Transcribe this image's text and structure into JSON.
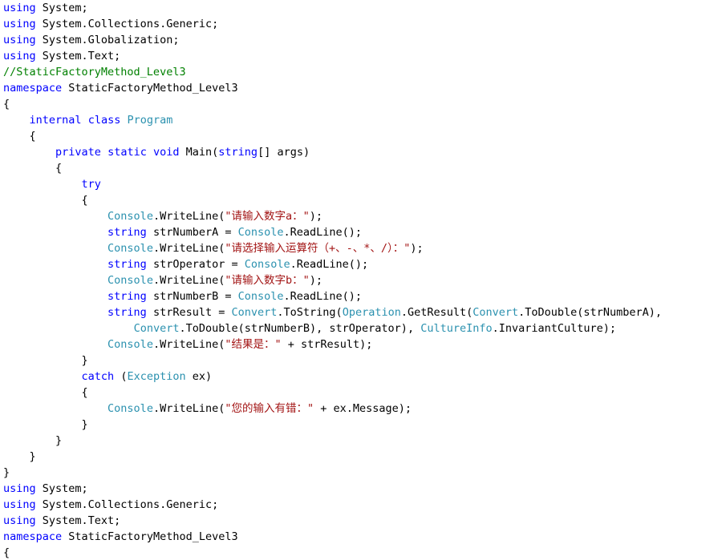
{
  "colors": {
    "keyword": "#0000ff",
    "type": "#2b91af",
    "string": "#a31515",
    "comment": "#008000",
    "plain": "#000000",
    "background": "#ffffff"
  },
  "lines": [
    [
      {
        "c": "kw",
        "t": "using"
      },
      {
        "c": "pl",
        "t": " System;"
      }
    ],
    [
      {
        "c": "kw",
        "t": "using"
      },
      {
        "c": "pl",
        "t": " System.Collections.Generic;"
      }
    ],
    [
      {
        "c": "kw",
        "t": "using"
      },
      {
        "c": "pl",
        "t": " System.Globalization;"
      }
    ],
    [
      {
        "c": "kw",
        "t": "using"
      },
      {
        "c": "pl",
        "t": " System.Text;"
      }
    ],
    [
      {
        "c": "cm",
        "t": "//StaticFactoryMethod_Level3"
      }
    ],
    [
      {
        "c": "kw",
        "t": "namespace"
      },
      {
        "c": "pl",
        "t": " StaticFactoryMethod_Level3"
      }
    ],
    [
      {
        "c": "pl",
        "t": "{"
      }
    ],
    [
      {
        "c": "pl",
        "t": "    "
      },
      {
        "c": "kw",
        "t": "internal"
      },
      {
        "c": "pl",
        "t": " "
      },
      {
        "c": "kw",
        "t": "class"
      },
      {
        "c": "pl",
        "t": " "
      },
      {
        "c": "ty",
        "t": "Program"
      }
    ],
    [
      {
        "c": "pl",
        "t": "    {"
      }
    ],
    [
      {
        "c": "pl",
        "t": "        "
      },
      {
        "c": "kw",
        "t": "private"
      },
      {
        "c": "pl",
        "t": " "
      },
      {
        "c": "kw",
        "t": "static"
      },
      {
        "c": "pl",
        "t": " "
      },
      {
        "c": "kw",
        "t": "void"
      },
      {
        "c": "pl",
        "t": " Main("
      },
      {
        "c": "kw",
        "t": "string"
      },
      {
        "c": "pl",
        "t": "[] args)"
      }
    ],
    [
      {
        "c": "pl",
        "t": "        {"
      }
    ],
    [
      {
        "c": "pl",
        "t": "            "
      },
      {
        "c": "kw",
        "t": "try"
      }
    ],
    [
      {
        "c": "pl",
        "t": "            {"
      }
    ],
    [
      {
        "c": "pl",
        "t": "                "
      },
      {
        "c": "ty",
        "t": "Console"
      },
      {
        "c": "pl",
        "t": ".WriteLine("
      },
      {
        "c": "str",
        "t": "\"请输入数字a：\""
      },
      {
        "c": "pl",
        "t": ");"
      }
    ],
    [
      {
        "c": "pl",
        "t": "                "
      },
      {
        "c": "kw",
        "t": "string"
      },
      {
        "c": "pl",
        "t": " strNumberA = "
      },
      {
        "c": "ty",
        "t": "Console"
      },
      {
        "c": "pl",
        "t": ".ReadLine();"
      }
    ],
    [
      {
        "c": "pl",
        "t": "                "
      },
      {
        "c": "ty",
        "t": "Console"
      },
      {
        "c": "pl",
        "t": ".WriteLine("
      },
      {
        "c": "str",
        "t": "\"请选择输入运算符（+、-、*、/）：\""
      },
      {
        "c": "pl",
        "t": ");"
      }
    ],
    [
      {
        "c": "pl",
        "t": "                "
      },
      {
        "c": "kw",
        "t": "string"
      },
      {
        "c": "pl",
        "t": " strOperator = "
      },
      {
        "c": "ty",
        "t": "Console"
      },
      {
        "c": "pl",
        "t": ".ReadLine();"
      }
    ],
    [
      {
        "c": "pl",
        "t": "                "
      },
      {
        "c": "ty",
        "t": "Console"
      },
      {
        "c": "pl",
        "t": ".WriteLine("
      },
      {
        "c": "str",
        "t": "\"请输入数字b：\""
      },
      {
        "c": "pl",
        "t": ");"
      }
    ],
    [
      {
        "c": "pl",
        "t": "                "
      },
      {
        "c": "kw",
        "t": "string"
      },
      {
        "c": "pl",
        "t": " strNumberB = "
      },
      {
        "c": "ty",
        "t": "Console"
      },
      {
        "c": "pl",
        "t": ".ReadLine();"
      }
    ],
    [
      {
        "c": "pl",
        "t": "                "
      },
      {
        "c": "kw",
        "t": "string"
      },
      {
        "c": "pl",
        "t": " strResult = "
      },
      {
        "c": "ty",
        "t": "Convert"
      },
      {
        "c": "pl",
        "t": ".ToString("
      },
      {
        "c": "ty",
        "t": "Operation"
      },
      {
        "c": "pl",
        "t": ".GetResult("
      },
      {
        "c": "ty",
        "t": "Convert"
      },
      {
        "c": "pl",
        "t": ".ToDouble(strNumberA),"
      }
    ],
    [
      {
        "c": "pl",
        "t": "                    "
      },
      {
        "c": "ty",
        "t": "Convert"
      },
      {
        "c": "pl",
        "t": ".ToDouble(strNumberB), strOperator), "
      },
      {
        "c": "ty",
        "t": "CultureInfo"
      },
      {
        "c": "pl",
        "t": ".InvariantCulture);"
      }
    ],
    [
      {
        "c": "pl",
        "t": "                "
      },
      {
        "c": "ty",
        "t": "Console"
      },
      {
        "c": "pl",
        "t": ".WriteLine("
      },
      {
        "c": "str",
        "t": "\"结果是：\""
      },
      {
        "c": "pl",
        "t": " + strResult);"
      }
    ],
    [
      {
        "c": "pl",
        "t": "            }"
      }
    ],
    [
      {
        "c": "pl",
        "t": "            "
      },
      {
        "c": "kw",
        "t": "catch"
      },
      {
        "c": "pl",
        "t": " ("
      },
      {
        "c": "ty",
        "t": "Exception"
      },
      {
        "c": "pl",
        "t": " ex)"
      }
    ],
    [
      {
        "c": "pl",
        "t": "            {"
      }
    ],
    [
      {
        "c": "pl",
        "t": "                "
      },
      {
        "c": "ty",
        "t": "Console"
      },
      {
        "c": "pl",
        "t": ".WriteLine("
      },
      {
        "c": "str",
        "t": "\"您的输入有错：\""
      },
      {
        "c": "pl",
        "t": " + ex.Message);"
      }
    ],
    [
      {
        "c": "pl",
        "t": "            }"
      }
    ],
    [
      {
        "c": "pl",
        "t": "        }"
      }
    ],
    [
      {
        "c": "pl",
        "t": "    }"
      }
    ],
    [
      {
        "c": "pl",
        "t": "}"
      }
    ],
    [
      {
        "c": "kw",
        "t": "using"
      },
      {
        "c": "pl",
        "t": " System;"
      }
    ],
    [
      {
        "c": "kw",
        "t": "using"
      },
      {
        "c": "pl",
        "t": " System.Collections.Generic;"
      }
    ],
    [
      {
        "c": "kw",
        "t": "using"
      },
      {
        "c": "pl",
        "t": " System.Text;"
      }
    ],
    [
      {
        "c": "kw",
        "t": "namespace"
      },
      {
        "c": "pl",
        "t": " StaticFactoryMethod_Level3"
      }
    ],
    [
      {
        "c": "pl",
        "t": "{"
      }
    ]
  ]
}
